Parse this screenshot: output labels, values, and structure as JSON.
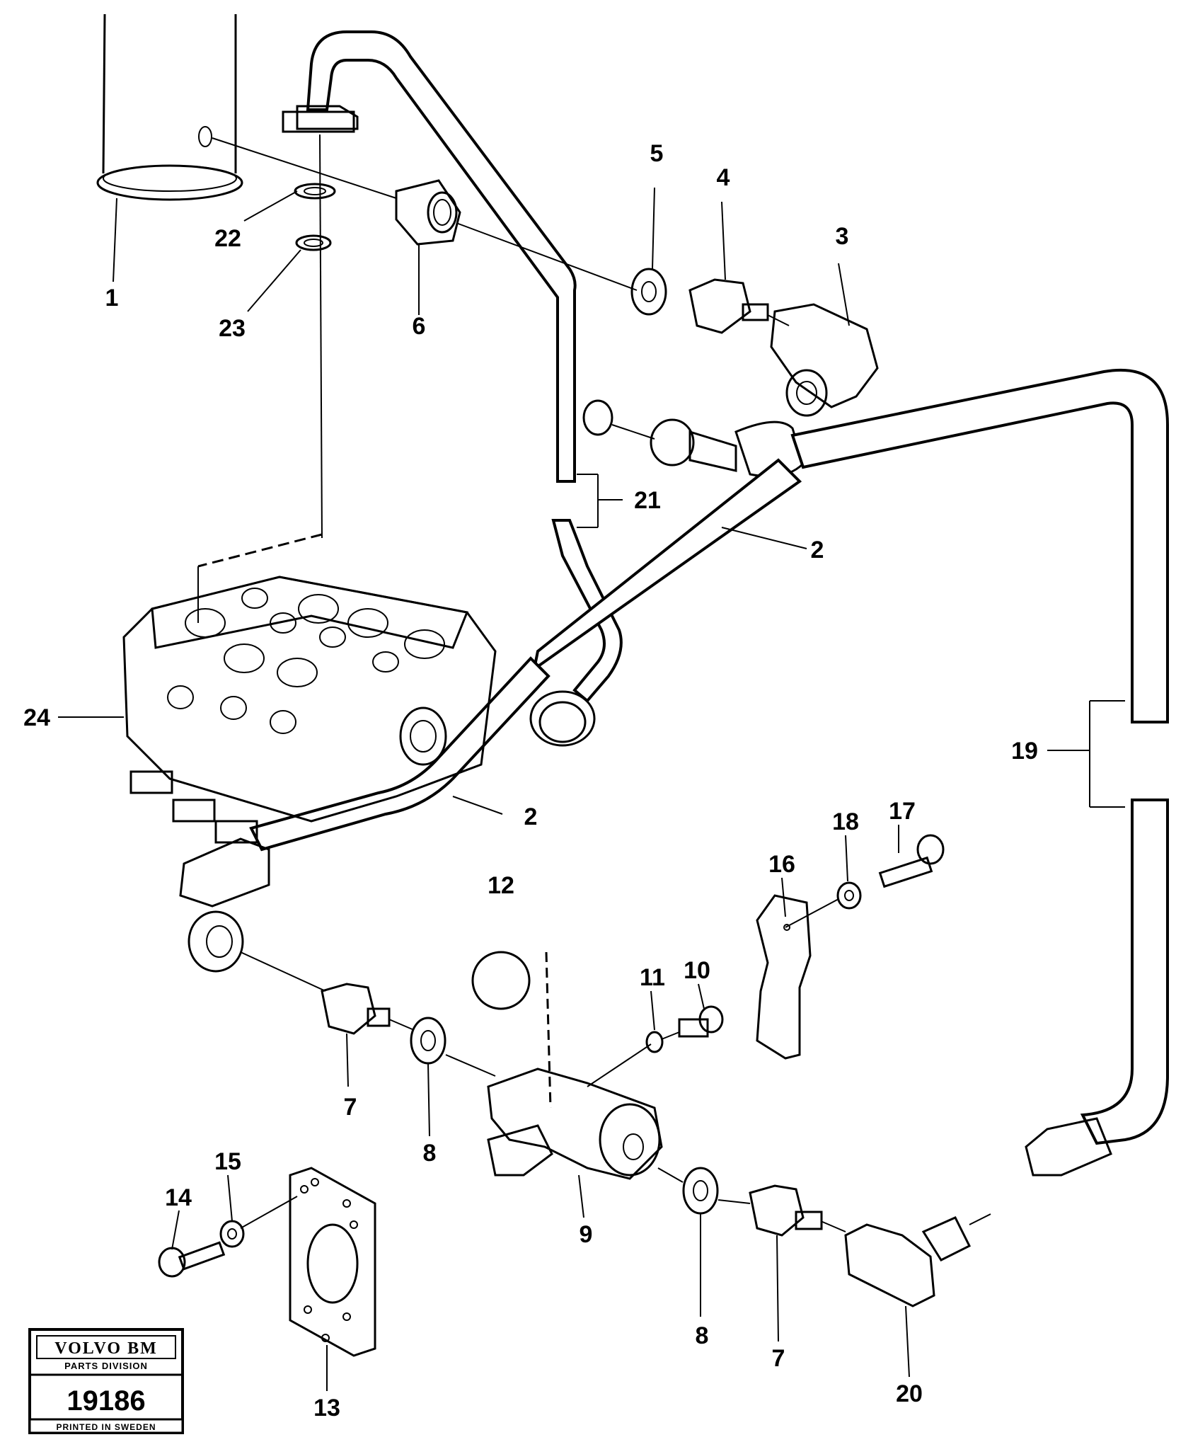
{
  "labels": {
    "p1": "1",
    "p2a": "2",
    "p2b": "2",
    "p3": "3",
    "p4": "4",
    "p5": "5",
    "p6": "6",
    "p7a": "7",
    "p7b": "7",
    "p8a": "8",
    "p8b": "8",
    "p9": "9",
    "p10": "10",
    "p11": "11",
    "p12": "12",
    "p13": "13",
    "p14": "14",
    "p15": "15",
    "p16": "16",
    "p17": "17",
    "p18": "18",
    "p19": "19",
    "p20": "20",
    "p21": "21",
    "p22": "22",
    "p23": "23",
    "p24": "24"
  },
  "stamp": {
    "brand": "VOLVO BM",
    "division": "PARTS DIVISION",
    "number": "19186",
    "printed": "PRINTED IN SWEDEN"
  }
}
